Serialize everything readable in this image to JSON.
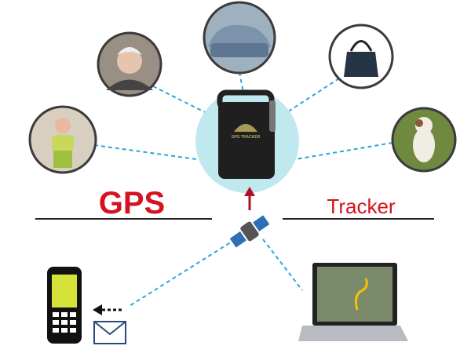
{
  "title_left": "GPS",
  "title_right": "Tracker",
  "device_label": "GPS TRACKER",
  "colors": {
    "accent_red": "#d5121f",
    "dash_blue": "#2aa6dc",
    "halo": "#bfe9ef"
  }
}
